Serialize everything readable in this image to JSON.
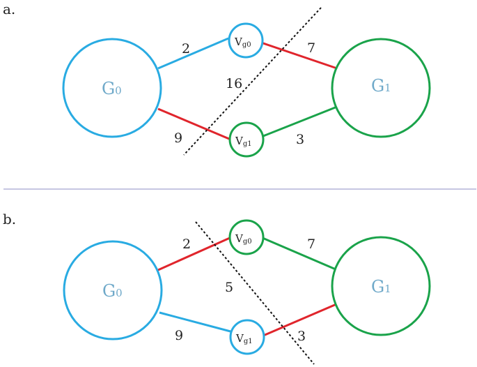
{
  "colors": {
    "blue": "#29abe2",
    "green": "#1aa34a",
    "red": "#e0252c",
    "big_label": "#6fa9c9",
    "separator": "#b3b3d9",
    "text": "#222222"
  },
  "panel_a": {
    "label": "a.",
    "big_left": {
      "label": "G",
      "sub": "0"
    },
    "big_right": {
      "label": "G",
      "sub": "1"
    },
    "small_top": {
      "label": "V",
      "sub": "g0"
    },
    "small_bottom": {
      "label": "V",
      "sub": "g1"
    },
    "weight_left_top": "2",
    "weight_right_top": "7",
    "weight_left_bottom": "9",
    "weight_right_bottom": "3",
    "cut_value": "16"
  },
  "panel_b": {
    "label": "b.",
    "big_left": {
      "label": "G",
      "sub": "0"
    },
    "big_right": {
      "label": "G",
      "sub": "1"
    },
    "small_top": {
      "label": "V",
      "sub": "g0"
    },
    "small_bottom": {
      "label": "V",
      "sub": "g1"
    },
    "weight_left_top": "2",
    "weight_right_top": "7",
    "weight_left_bottom": "9",
    "weight_right_bottom": "3",
    "cut_value": "5"
  }
}
